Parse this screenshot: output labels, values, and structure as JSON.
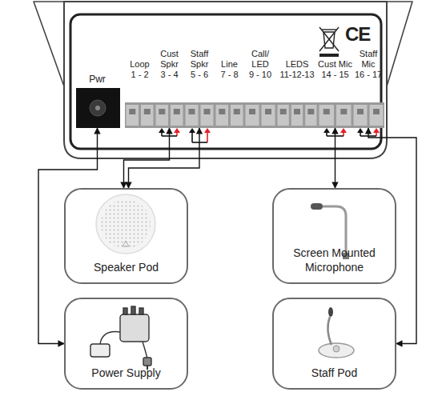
{
  "diagram": {
    "nodes": [
      {
        "text": [
          "Pwr"
        ]
      },
      {
        "text": [
          "Loop",
          "1 - 2"
        ]
      },
      {
        "text": [
          "Cust Spkr",
          "3 - 4"
        ]
      },
      {
        "text": [
          "Staff Spkr",
          "5 - 6"
        ]
      },
      {
        "text": [
          "Line",
          "7 - 8"
        ]
      },
      {
        "text": [
          "Call/ LED",
          "9 - 10"
        ]
      },
      {
        "text": [
          "LEDS",
          "11-12-13"
        ]
      },
      {
        "text": [
          "Cust Mic",
          "14 - 15"
        ]
      },
      {
        "text": [
          "Staff Mic",
          "16 - 17"
        ]
      },
      {
        "text": [
          "Speaker Pod"
        ]
      },
      {
        "text": [
          "Screen Mounted Microphone"
        ]
      },
      {
        "text": [
          "Power Supply"
        ]
      },
      {
        "text": [
          "Staff Pod"
        ]
      }
    ],
    "edges": [
      {
        "from": 2,
        "to": 9,
        "arrow": "both"
      },
      {
        "from": 3,
        "to": 9,
        "arrow": "both"
      },
      {
        "from": 7,
        "to": 10,
        "arrow": "both"
      },
      {
        "from": 8,
        "to": 12,
        "arrow": "both"
      },
      {
        "from": 0,
        "to": 11,
        "arrow": "both"
      }
    ],
    "labels": [
      "CE"
    ]
  }
}
